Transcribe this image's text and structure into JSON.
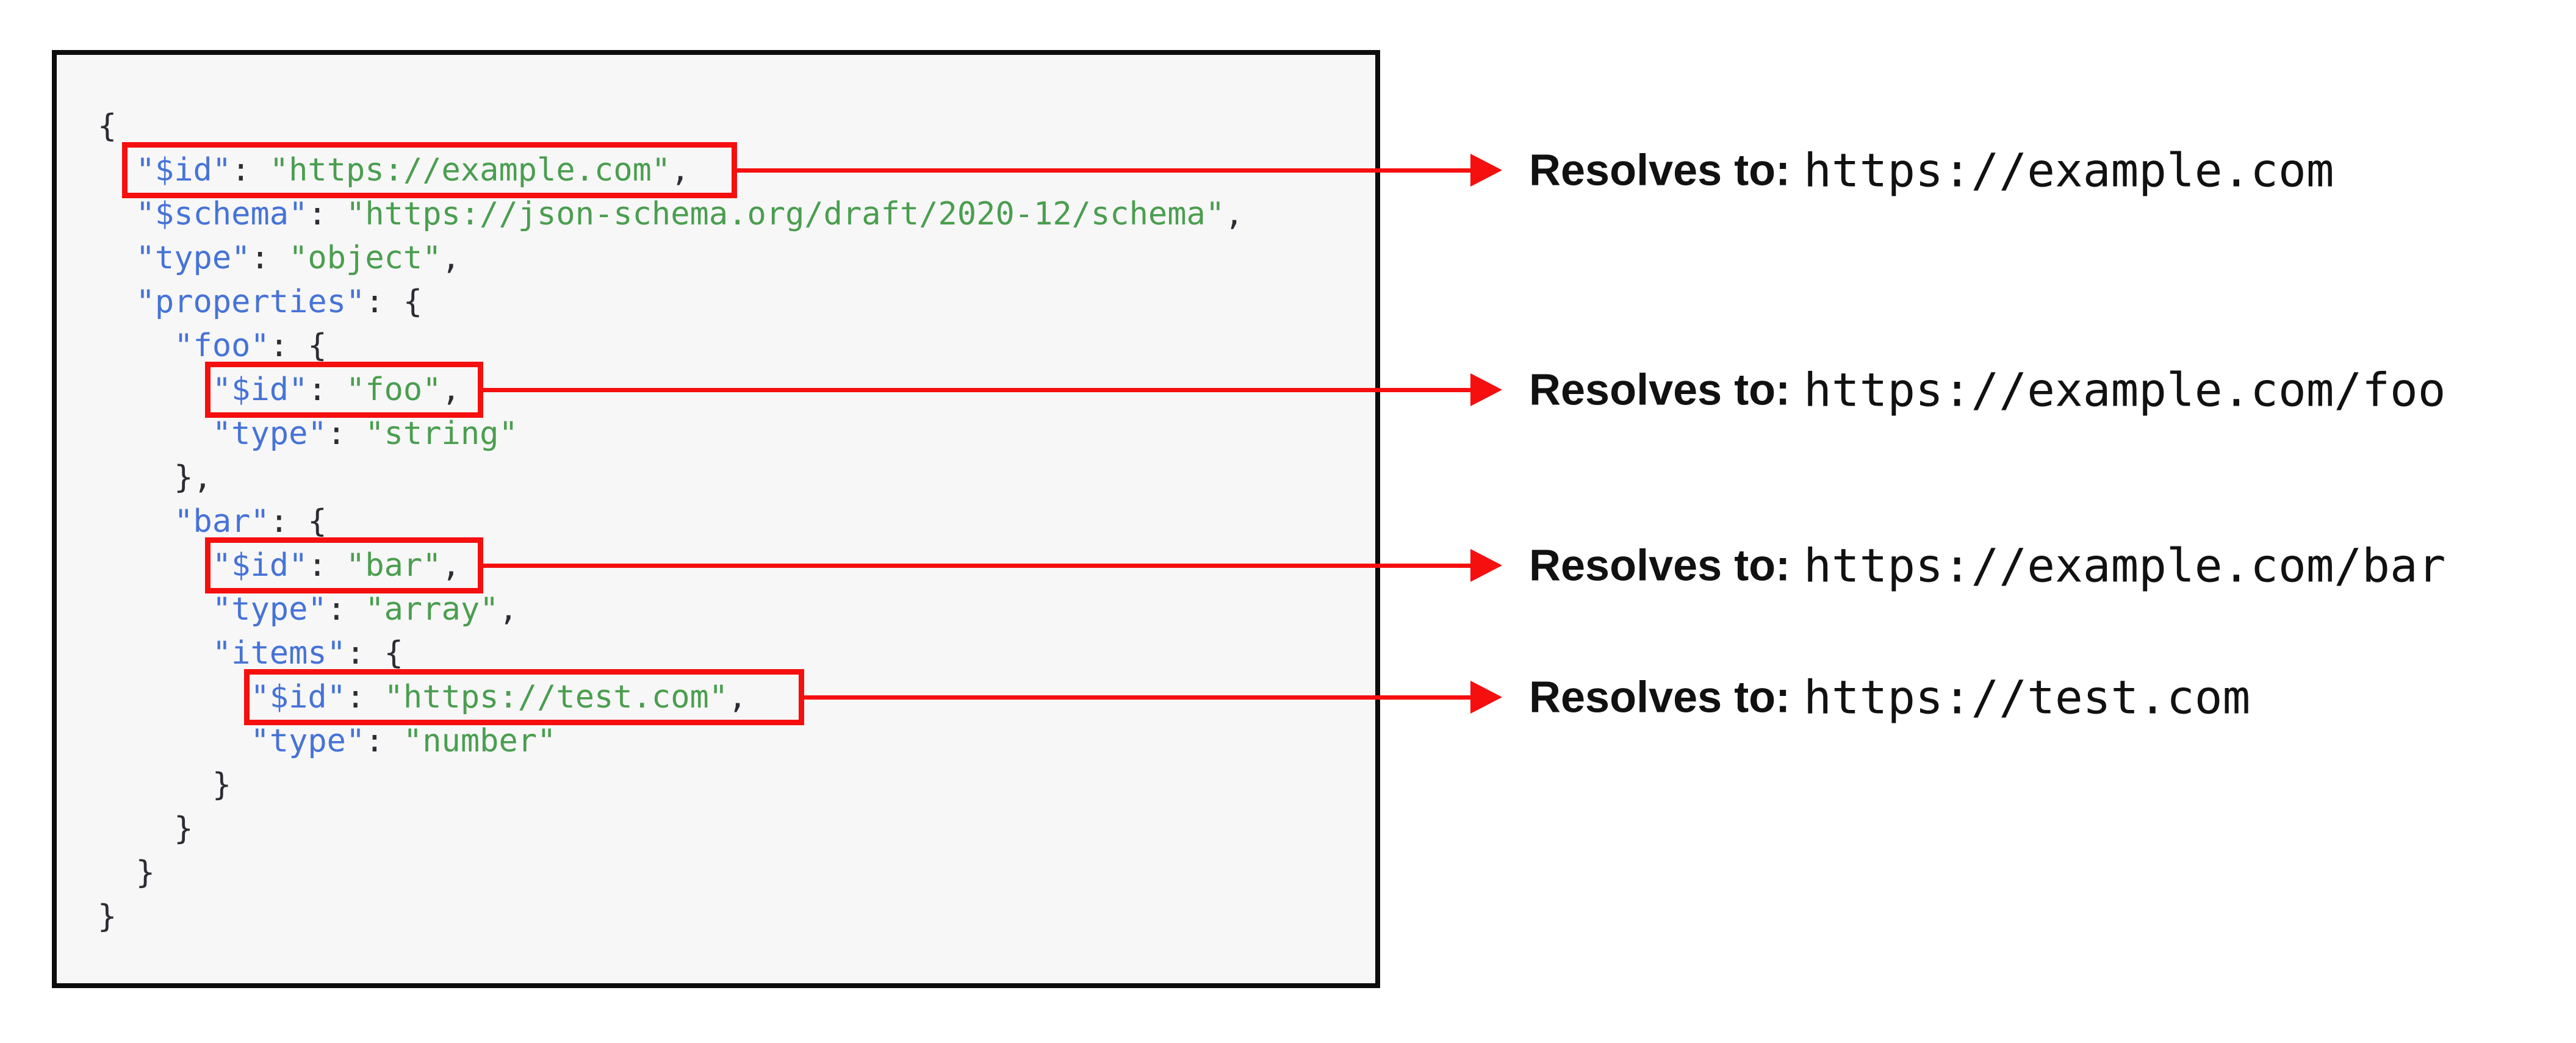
{
  "colors": {
    "page_background": "#ffffff",
    "code_background": "#f7f7f7",
    "code_border": "#0d0d0d",
    "key_blue": "#4673d7",
    "string_green": "#4a9e4f",
    "punctuation": "#2b2d33",
    "highlight_red": "#f50f0f",
    "annotation_text": "#111111"
  },
  "code": {
    "language": "json-schema",
    "lines": [
      [
        {
          "t": "{",
          "c": "p"
        }
      ],
      [
        {
          "t": "  ",
          "c": "p"
        },
        {
          "t": "\"$id\"",
          "c": "k"
        },
        {
          "t": ": ",
          "c": "p"
        },
        {
          "t": "\"https://example.com\"",
          "c": "s"
        },
        {
          "t": ",",
          "c": "p"
        }
      ],
      [
        {
          "t": "  ",
          "c": "p"
        },
        {
          "t": "\"$schema\"",
          "c": "k"
        },
        {
          "t": ": ",
          "c": "p"
        },
        {
          "t": "\"https://json-schema.org/draft/2020-12/schema\"",
          "c": "s"
        },
        {
          "t": ",",
          "c": "p"
        }
      ],
      [
        {
          "t": "  ",
          "c": "p"
        },
        {
          "t": "\"type\"",
          "c": "k"
        },
        {
          "t": ": ",
          "c": "p"
        },
        {
          "t": "\"object\"",
          "c": "s"
        },
        {
          "t": ",",
          "c": "p"
        }
      ],
      [
        {
          "t": "  ",
          "c": "p"
        },
        {
          "t": "\"properties\"",
          "c": "k"
        },
        {
          "t": ": {",
          "c": "p"
        }
      ],
      [
        {
          "t": "    ",
          "c": "p"
        },
        {
          "t": "\"foo\"",
          "c": "k"
        },
        {
          "t": ": {",
          "c": "p"
        }
      ],
      [
        {
          "t": "      ",
          "c": "p"
        },
        {
          "t": "\"$id\"",
          "c": "k"
        },
        {
          "t": ": ",
          "c": "p"
        },
        {
          "t": "\"foo\"",
          "c": "s"
        },
        {
          "t": ",",
          "c": "p"
        }
      ],
      [
        {
          "t": "      ",
          "c": "p"
        },
        {
          "t": "\"type\"",
          "c": "k"
        },
        {
          "t": ": ",
          "c": "p"
        },
        {
          "t": "\"string\"",
          "c": "s"
        }
      ],
      [
        {
          "t": "    },",
          "c": "p"
        }
      ],
      [
        {
          "t": "    ",
          "c": "p"
        },
        {
          "t": "\"bar\"",
          "c": "k"
        },
        {
          "t": ": {",
          "c": "p"
        }
      ],
      [
        {
          "t": "      ",
          "c": "p"
        },
        {
          "t": "\"$id\"",
          "c": "k"
        },
        {
          "t": ": ",
          "c": "p"
        },
        {
          "t": "\"bar\"",
          "c": "s"
        },
        {
          "t": ",",
          "c": "p"
        }
      ],
      [
        {
          "t": "      ",
          "c": "p"
        },
        {
          "t": "\"type\"",
          "c": "k"
        },
        {
          "t": ": ",
          "c": "p"
        },
        {
          "t": "\"array\"",
          "c": "s"
        },
        {
          "t": ",",
          "c": "p"
        }
      ],
      [
        {
          "t": "      ",
          "c": "p"
        },
        {
          "t": "\"items\"",
          "c": "k"
        },
        {
          "t": ": {",
          "c": "p"
        }
      ],
      [
        {
          "t": "        ",
          "c": "p"
        },
        {
          "t": "\"$id\"",
          "c": "k"
        },
        {
          "t": ": ",
          "c": "p"
        },
        {
          "t": "\"https://test.com\"",
          "c": "s"
        },
        {
          "t": ",",
          "c": "p"
        }
      ],
      [
        {
          "t": "        ",
          "c": "p"
        },
        {
          "t": "\"type\"",
          "c": "k"
        },
        {
          "t": ": ",
          "c": "p"
        },
        {
          "t": "\"number\"",
          "c": "s"
        }
      ],
      [
        {
          "t": "      }",
          "c": "p"
        }
      ],
      [
        {
          "t": "    }",
          "c": "p"
        }
      ],
      [
        {
          "t": "  }",
          "c": "p"
        }
      ],
      [
        {
          "t": "}",
          "c": "p"
        }
      ]
    ]
  },
  "annotations": {
    "label": "Resolves to:",
    "items": [
      {
        "code_line": 2,
        "value": "https://example.com"
      },
      {
        "code_line": 7,
        "value": "https://example.com/foo"
      },
      {
        "code_line": 11,
        "value": "https://example.com/bar"
      },
      {
        "code_line": 14,
        "value": "https://test.com"
      }
    ]
  }
}
